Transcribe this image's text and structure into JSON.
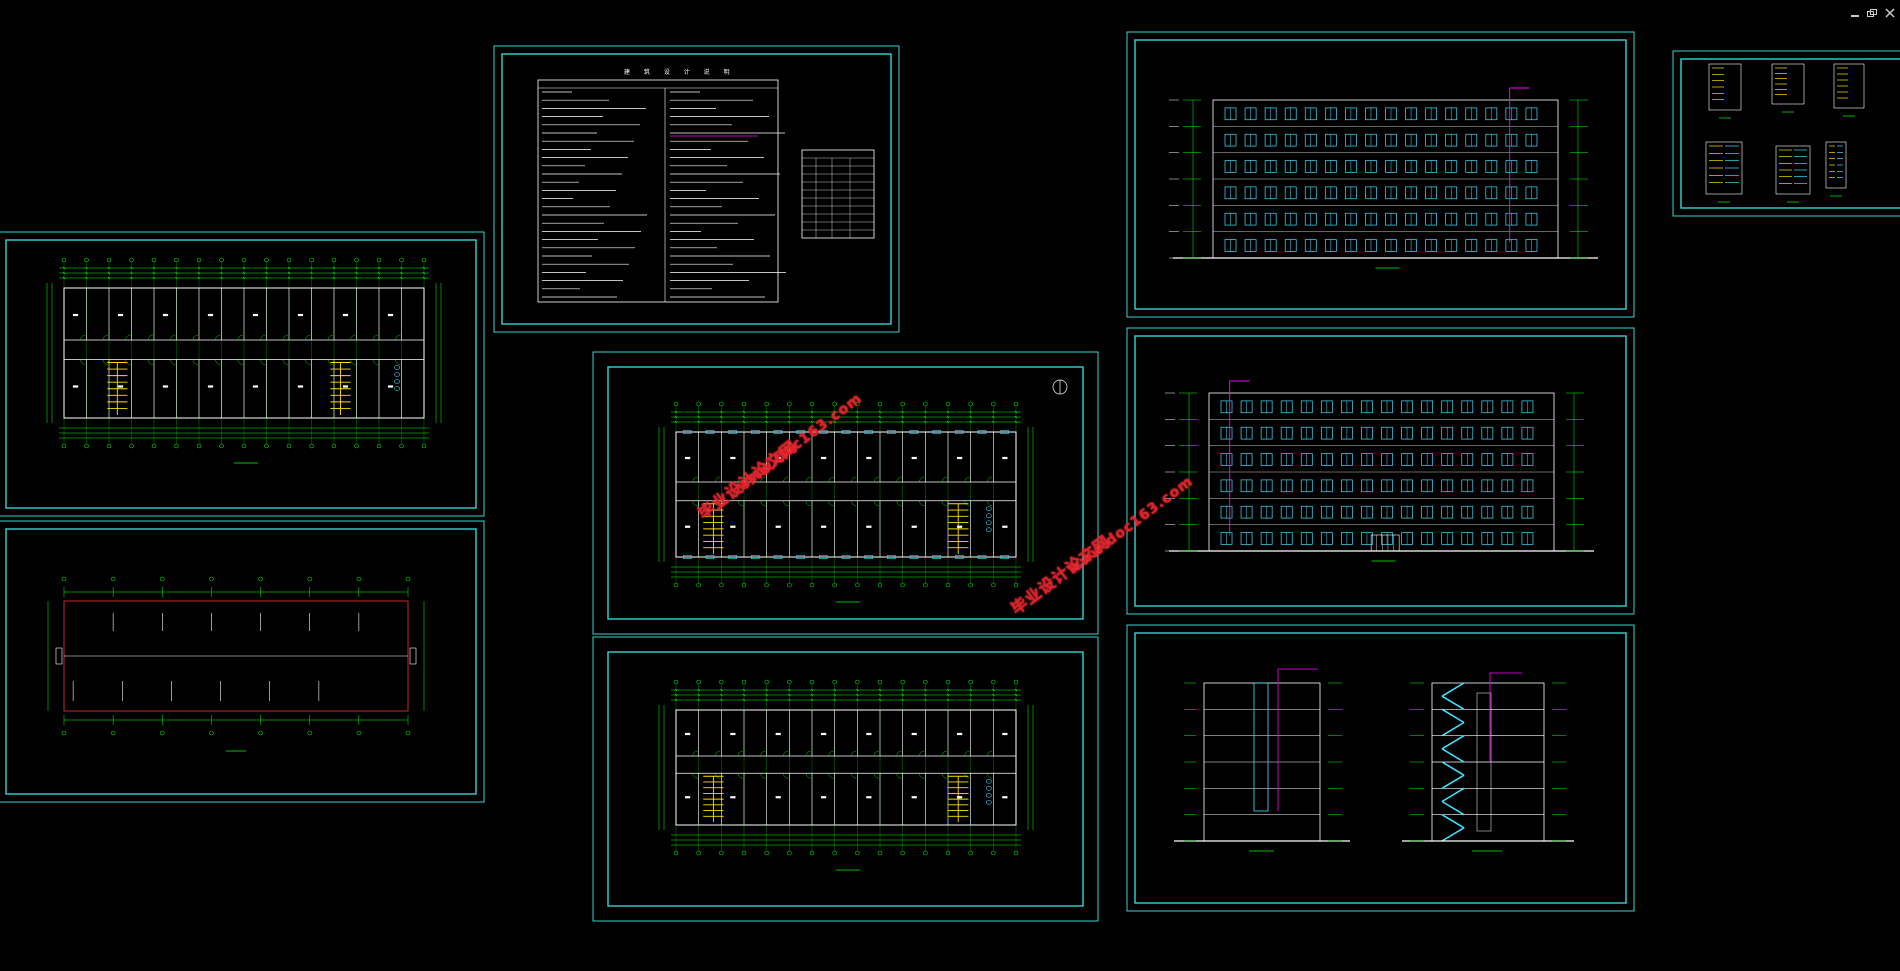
{
  "window": {
    "controls": [
      "minimize",
      "restore",
      "close"
    ],
    "minimize_glyph": "–",
    "restore_glyph": "❐",
    "close_glyph": "✕"
  },
  "sheets": {
    "notes": {
      "title": "建 筑 设 计 说 明"
    }
  },
  "watermarks": [
    {
      "text": "毕业设计论文网"
    },
    {
      "text": "www.doc163.com"
    },
    {
      "text": "毕业设计论文网"
    },
    {
      "text": "www.doc163.com"
    }
  ],
  "colors": {
    "background": "#000000",
    "frame": "#35d4d4",
    "lines": "#00ff00",
    "windows": "#40e0ff",
    "stairs": "#ffe000",
    "text": "#ffffff",
    "accent": "#ff00ff",
    "watermark": "#e0202a"
  }
}
